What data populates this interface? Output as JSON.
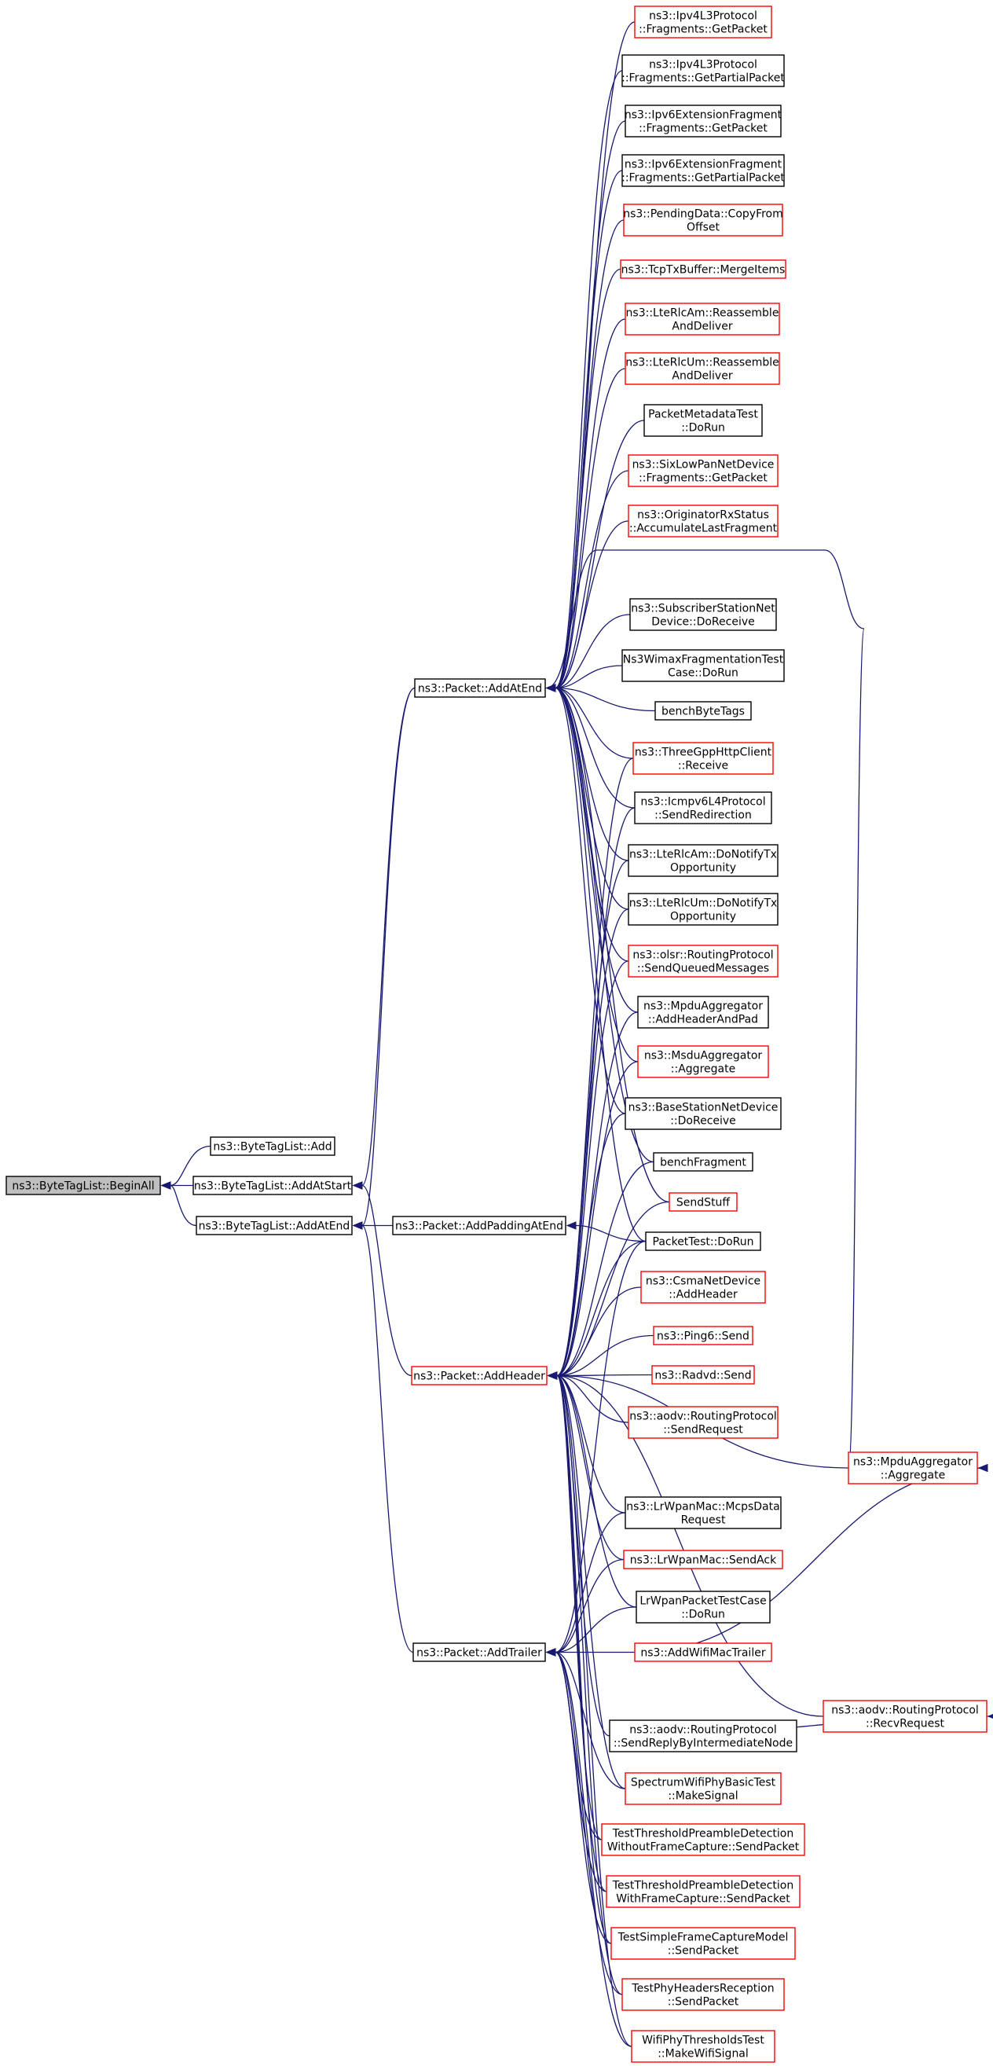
{
  "colors": {
    "edge": "#191970",
    "node_border_default": "#000000",
    "node_border_truncated": "#ff0000",
    "root_fill": "#bfbfbf",
    "node_fill": "#ffffff"
  },
  "nodes": [
    {
      "id": "beginall",
      "lines": [
        "ns3::ByteTagList::BeginAll"
      ],
      "style": "root"
    },
    {
      "id": "add",
      "lines": [
        "ns3::ByteTagList::Add"
      ],
      "style": "black"
    },
    {
      "id": "addatstart",
      "lines": [
        "ns3::ByteTagList::AddAtStart"
      ],
      "style": "black"
    },
    {
      "id": "bl_addatend",
      "lines": [
        "ns3::ByteTagList::AddAtEnd"
      ],
      "style": "black"
    },
    {
      "id": "p_addatend",
      "lines": [
        "ns3::Packet::AddAtEnd"
      ],
      "style": "black"
    },
    {
      "id": "p_addpad",
      "lines": [
        "ns3::Packet::AddPaddingAtEnd"
      ],
      "style": "black"
    },
    {
      "id": "p_addheader",
      "lines": [
        "ns3::Packet::AddHeader"
      ],
      "style": "red"
    },
    {
      "id": "p_addtrailer",
      "lines": [
        "ns3::Packet::AddTrailer"
      ],
      "style": "black"
    },
    {
      "id": "ipv4_getpacket",
      "lines": [
        "ns3::Ipv4L3Protocol",
        "::Fragments::GetPacket"
      ],
      "style": "red"
    },
    {
      "id": "ipv4_getpartial",
      "lines": [
        "ns3::Ipv4L3Protocol",
        "::Fragments::GetPartialPacket"
      ],
      "style": "black"
    },
    {
      "id": "ipv6_getpacket",
      "lines": [
        "ns3::Ipv6ExtensionFragment",
        "::Fragments::GetPacket"
      ],
      "style": "black"
    },
    {
      "id": "ipv6_getpartial",
      "lines": [
        "ns3::Ipv6ExtensionFragment",
        "::Fragments::GetPartialPacket"
      ],
      "style": "black"
    },
    {
      "id": "pendingdata",
      "lines": [
        "ns3::PendingData::CopyFrom",
        "Offset"
      ],
      "style": "red"
    },
    {
      "id": "tcptx",
      "lines": [
        "ns3::TcpTxBuffer::MergeItems"
      ],
      "style": "red"
    },
    {
      "id": "rlcam_reasm",
      "lines": [
        "ns3::LteRlcAm::Reassemble",
        "AndDeliver"
      ],
      "style": "red"
    },
    {
      "id": "rlcum_reasm",
      "lines": [
        "ns3::LteRlcUm::Reassemble",
        "AndDeliver"
      ],
      "style": "red"
    },
    {
      "id": "pktmeta",
      "lines": [
        "PacketMetadataTest",
        "::DoRun"
      ],
      "style": "black"
    },
    {
      "id": "sixlowpan",
      "lines": [
        "ns3::SixLowPanNetDevice",
        "::Fragments::GetPacket"
      ],
      "style": "red"
    },
    {
      "id": "originator",
      "lines": [
        "ns3::OriginatorRxStatus",
        "::AccumulateLastFragment"
      ],
      "style": "red"
    },
    {
      "id": "subscriber",
      "lines": [
        "ns3::SubscriberStationNet",
        "Device::DoReceive"
      ],
      "style": "black"
    },
    {
      "id": "wimaxfrag",
      "lines": [
        "Ns3WimaxFragmentationTest",
        "Case::DoRun"
      ],
      "style": "black"
    },
    {
      "id": "benchbytetags",
      "lines": [
        "benchByteTags"
      ],
      "style": "black"
    },
    {
      "id": "threegpp",
      "lines": [
        "ns3::ThreeGppHttpClient",
        "::Receive"
      ],
      "style": "red"
    },
    {
      "id": "icmpv6",
      "lines": [
        "ns3::Icmpv6L4Protocol",
        "::SendRedirection"
      ],
      "style": "black"
    },
    {
      "id": "rlcam_notify",
      "lines": [
        "ns3::LteRlcAm::DoNotifyTx",
        "Opportunity"
      ],
      "style": "black"
    },
    {
      "id": "rlcum_notify",
      "lines": [
        "ns3::LteRlcUm::DoNotifyTx",
        "Opportunity"
      ],
      "style": "black"
    },
    {
      "id": "olsr",
      "lines": [
        "ns3::olsr::RoutingProtocol",
        "::SendQueuedMessages"
      ],
      "style": "red"
    },
    {
      "id": "mpdu_addheader",
      "lines": [
        "ns3::MpduAggregator",
        "::AddHeaderAndPad"
      ],
      "style": "black"
    },
    {
      "id": "msdu_agg",
      "lines": [
        "ns3::MsduAggregator",
        "::Aggregate"
      ],
      "style": "red"
    },
    {
      "id": "basestation",
      "lines": [
        "ns3::BaseStationNetDevice",
        "::DoReceive"
      ],
      "style": "black"
    },
    {
      "id": "benchfragment",
      "lines": [
        "benchFragment"
      ],
      "style": "black"
    },
    {
      "id": "sendstuff",
      "lines": [
        "SendStuff"
      ],
      "style": "red"
    },
    {
      "id": "packettest",
      "lines": [
        "PacketTest::DoRun"
      ],
      "style": "black"
    },
    {
      "id": "csma",
      "lines": [
        "ns3::CsmaNetDevice",
        "::AddHeader"
      ],
      "style": "red"
    },
    {
      "id": "ping6",
      "lines": [
        "ns3::Ping6::Send"
      ],
      "style": "red"
    },
    {
      "id": "radvd",
      "lines": [
        "ns3::Radvd::Send"
      ],
      "style": "red"
    },
    {
      "id": "aodv_sendreq",
      "lines": [
        "ns3::aodv::RoutingProtocol",
        "::SendRequest"
      ],
      "style": "red"
    },
    {
      "id": "mpdu_agg",
      "lines": [
        "ns3::MpduAggregator",
        "::Aggregate"
      ],
      "style": "red"
    },
    {
      "id": "lrwpan_mcps",
      "lines": [
        "ns3::LrWpanMac::McpsData",
        "Request"
      ],
      "style": "black"
    },
    {
      "id": "lrwpan_ack",
      "lines": [
        "ns3::LrWpanMac::SendAck"
      ],
      "style": "red"
    },
    {
      "id": "lrwpan_test",
      "lines": [
        "LrWpanPacketTestCase",
        "::DoRun"
      ],
      "style": "black"
    },
    {
      "id": "addwifimac",
      "lines": [
        "ns3::AddWifiMacTrailer"
      ],
      "style": "red"
    },
    {
      "id": "aodv_recvreq",
      "lines": [
        "ns3::aodv::RoutingProtocol",
        "::RecvRequest"
      ],
      "style": "red"
    },
    {
      "id": "aodv_sendreply",
      "lines": [
        "ns3::aodv::RoutingProtocol",
        "::SendReplyByIntermediateNode"
      ],
      "style": "black"
    },
    {
      "id": "spectrum",
      "lines": [
        "SpectrumWifiPhyBasicTest",
        "::MakeSignal"
      ],
      "style": "red"
    },
    {
      "id": "thr_without",
      "lines": [
        "TestThresholdPreambleDetection",
        "WithoutFrameCapture::SendPacket"
      ],
      "style": "red"
    },
    {
      "id": "thr_with",
      "lines": [
        "TestThresholdPreambleDetection",
        "WithFrameCapture::SendPacket"
      ],
      "style": "red"
    },
    {
      "id": "simplecapture",
      "lines": [
        "TestSimpleFrameCaptureModel",
        "::SendPacket"
      ],
      "style": "red"
    },
    {
      "id": "phyheaders",
      "lines": [
        "TestPhyHeadersReception",
        "::SendPacket"
      ],
      "style": "red"
    },
    {
      "id": "wifithr",
      "lines": [
        "WifiPhyThresholdsTest",
        "::MakeWifiSignal"
      ],
      "style": "red"
    }
  ]
}
